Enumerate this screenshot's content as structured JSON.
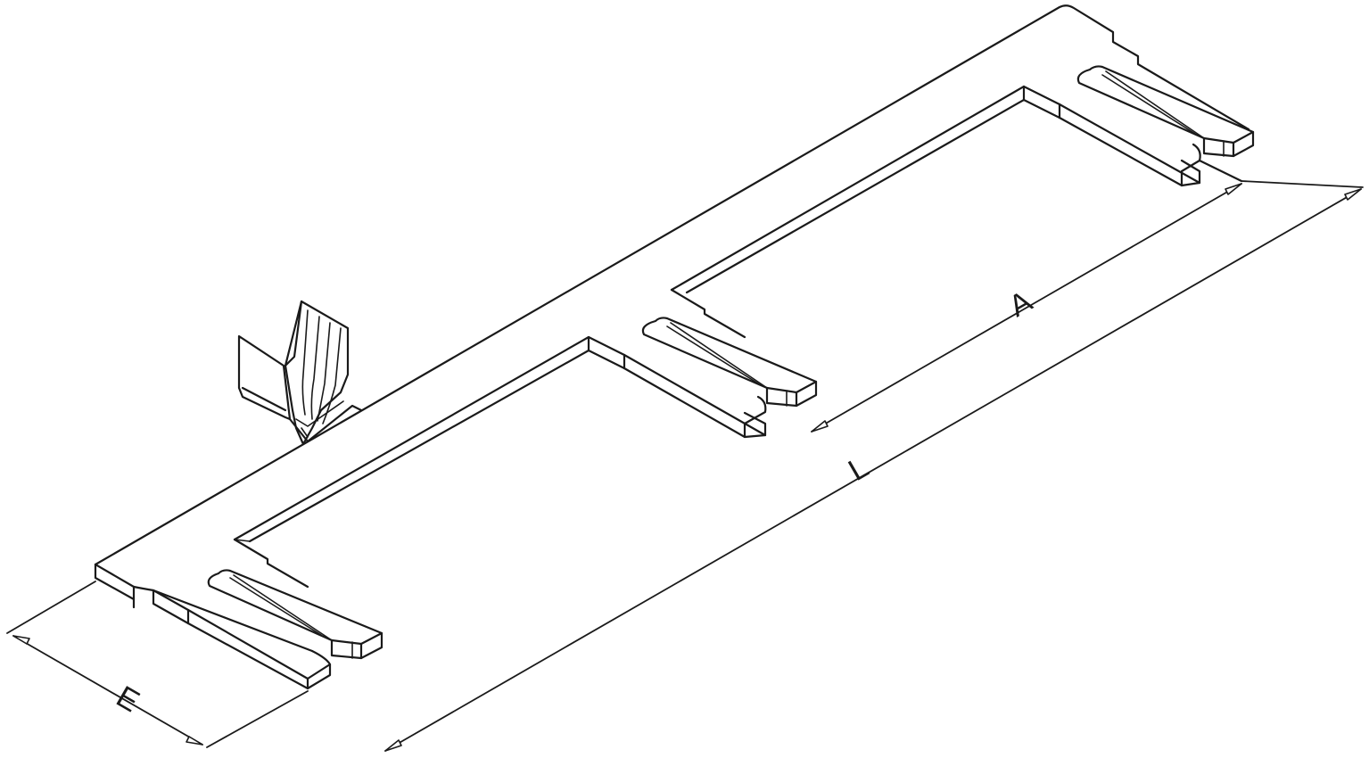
{
  "diagram": {
    "dimension_labels": [
      "E",
      "A",
      "L"
    ]
  }
}
